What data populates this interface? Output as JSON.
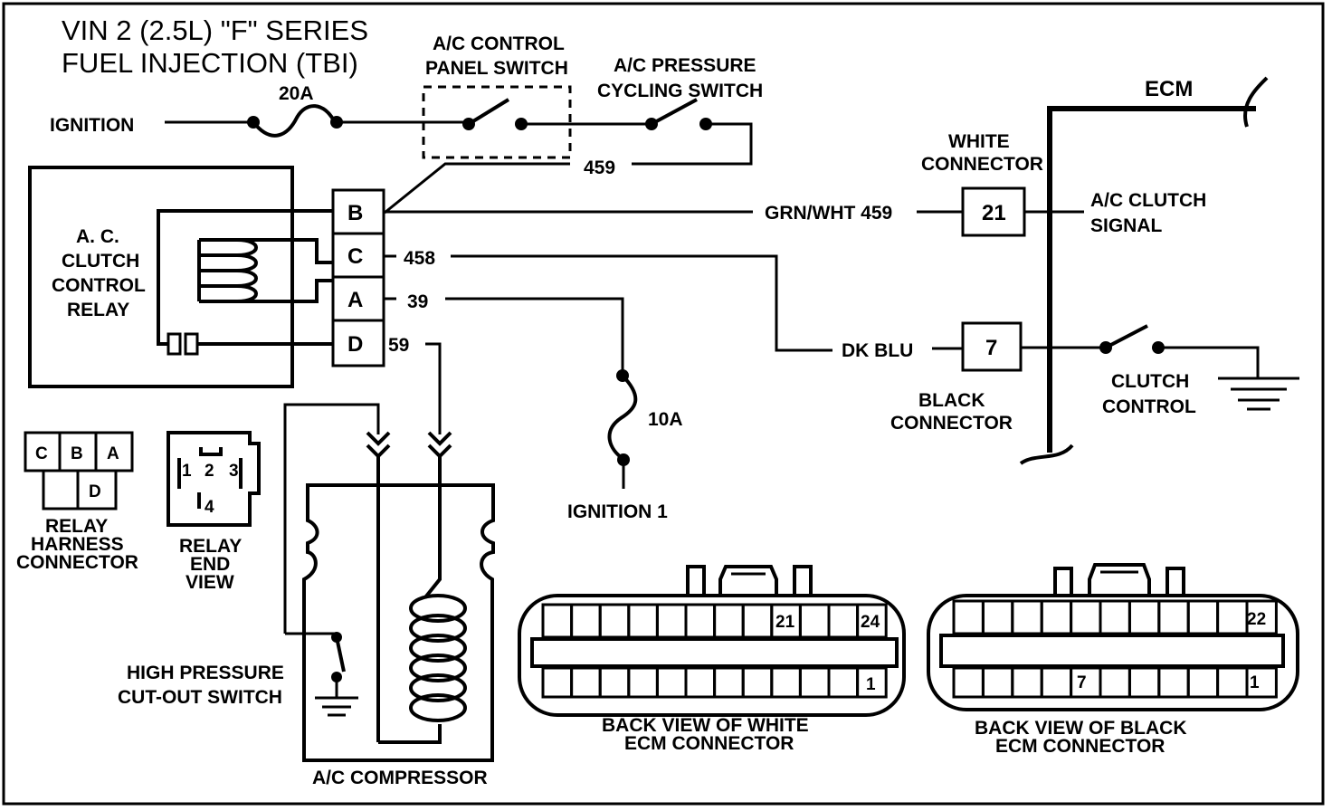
{
  "title": {
    "line1": "VIN 2 (2.5L) \"F\" SERIES",
    "line2": "FUEL INJECTION (TBI)"
  },
  "labels": {
    "ignition": "IGNITION",
    "fuse_20a": "20A",
    "ac_control_line1": "A/C CONTROL",
    "ac_control_line2": "PANEL SWITCH",
    "ac_pressure_line1": "A/C PRESSURE",
    "ac_pressure_line2": "CYCLING SWITCH",
    "wire_459": "459",
    "ecm": "ECM",
    "white_conn_line1": "WHITE",
    "white_conn_line2": "CONNECTOR",
    "grn_wht": "GRN/WHT 459",
    "pin_21": "21",
    "ac_clutch_line1": "A/C CLUTCH",
    "ac_clutch_line2": "SIGNAL",
    "relay_line1": "A. C.",
    "relay_line2": "CLUTCH",
    "relay_line3": "CONTROL",
    "relay_line4": "RELAY",
    "term_b": "B",
    "term_c": "C",
    "term_a": "A",
    "term_d": "D",
    "wire_458": "458",
    "wire_39": "39",
    "wire_59": "59",
    "dk_blu": "DK BLU",
    "pin_7": "7",
    "black_conn_line1": "BLACK",
    "black_conn_line2": "CONNECTOR",
    "clutch_ctrl_line1": "CLUTCH",
    "clutch_ctrl_line2": "CONTROL",
    "fuse_10a": "10A",
    "ignition1": "IGNITION 1",
    "harness_c": "C",
    "harness_b": "B",
    "harness_a": "A",
    "harness_d": "D",
    "relay_harness_line1": "RELAY",
    "relay_harness_line2": "HARNESS",
    "relay_harness_line3": "CONNECTOR",
    "end_1": "1",
    "end_2": "2",
    "end_3": "3",
    "end_4": "4",
    "relay_end_line1": "RELAY",
    "relay_end_line2": "END",
    "relay_end_line3": "VIEW",
    "hp_line1": "HIGH PRESSURE",
    "hp_line2": "CUT-OUT SWITCH",
    "compressor": "A/C COMPRESSOR",
    "white_ecm_21": "21",
    "white_ecm_24": "24",
    "white_ecm_1": "1",
    "white_ecm_line1": "BACK VIEW OF  WHITE",
    "white_ecm_line2": "ECM CONNECTOR",
    "black_ecm_22": "22",
    "black_ecm_7": "7",
    "black_ecm_1": "1",
    "black_ecm_line1": "BACK VIEW OF BLACK",
    "black_ecm_line2": "ECM CONNECTOR"
  }
}
